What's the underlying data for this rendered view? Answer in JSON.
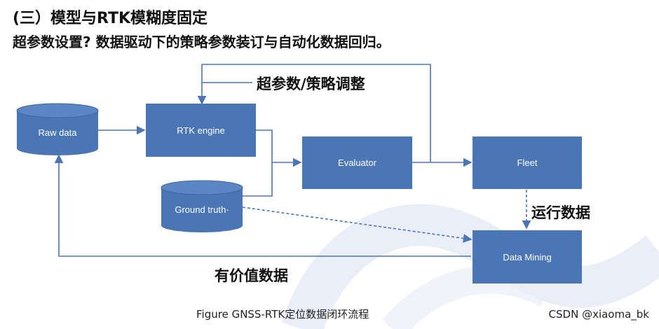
{
  "header": {
    "title": "(三）模型与RTK模糊度固定",
    "subtitle": "超参数设置?   数据驱动下的策略参数装订与自动化数据回归。"
  },
  "nodes": {
    "raw_data": "Raw data",
    "rtk_engine": "RTK engine",
    "evaluator": "Evaluator",
    "fleet": "Fleet",
    "ground_truth": "Ground truth·",
    "data_mining": "Data Mining"
  },
  "annotations": {
    "hyperparam": "超参数/策略调整",
    "run_data": "运行数据",
    "valuable_data": "有价值数据"
  },
  "caption": "Figure GNSS-RTK定位数据闭环流程",
  "watermark": "CSDN @xiaoma_bk",
  "colors": {
    "box_fill": "#4a76b6",
    "arrow": "#4a76b6",
    "decor_wave": "#dbe4f3"
  }
}
